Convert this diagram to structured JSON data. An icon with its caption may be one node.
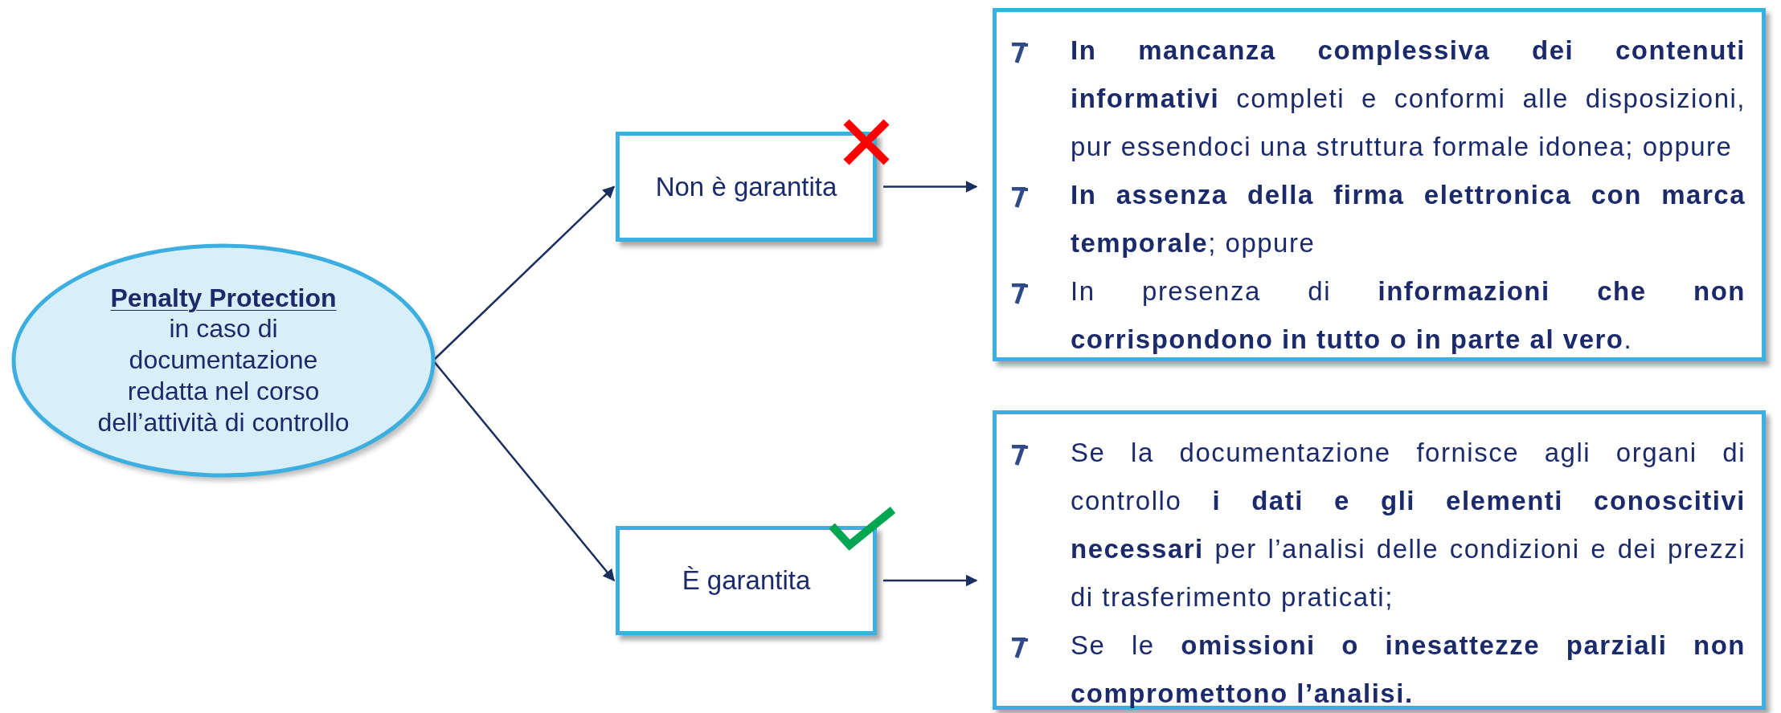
{
  "diagram": {
    "nodes": [
      {
        "text": [
          "Penalty Protection",
          "in caso di documentazione redatta nel corso dell’attività di controllo"
        ]
      },
      {
        "text": [
          "Non è garantita"
        ]
      },
      {
        "text": [
          "È garantita"
        ]
      },
      {
        "text": [
          "**In mancanza complessiva dei contenuti informativi** completi e conformi alle disposizioni, pur essendoci una struttura formale idonea; oppure",
          "**In  assenza della firma elettronica con marca temporale**; oppure",
          "In presenza di **informazioni che non corrispondono in tutto o in parte al vero**."
        ]
      },
      {
        "text": [
          "Se la documentazione fornisce agli organi di controllo **i dati e gli elementi conoscitivi necessari** per l’analisi delle condizioni e dei prezzi di trasferimento praticati;",
          "Se le **omissioni o inesattezze parziali non compromettono l’analisi.**"
        ]
      }
    ],
    "edges": [
      {
        "from": 0,
        "to": 1,
        "arrow": "to"
      },
      {
        "from": 0,
        "to": 2,
        "arrow": "to"
      },
      {
        "from": 1,
        "to": 3,
        "arrow": "to"
      },
      {
        "from": 2,
        "to": 4,
        "arrow": "to"
      }
    ]
  }
}
